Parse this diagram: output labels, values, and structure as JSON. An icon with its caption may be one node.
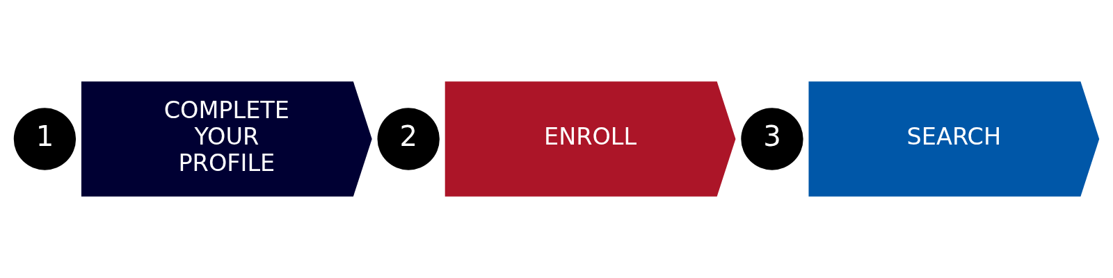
{
  "diagram": {
    "nodes": [
      {
        "text": [
          "1"
        ]
      },
      {
        "text": [
          "COMPLETE YOUR PROFILE"
        ]
      },
      {
        "text": [
          "2"
        ]
      },
      {
        "text": [
          "ENROLL"
        ]
      },
      {
        "text": [
          "3"
        ]
      },
      {
        "text": [
          "SEARCH"
        ]
      }
    ],
    "edges": []
  }
}
